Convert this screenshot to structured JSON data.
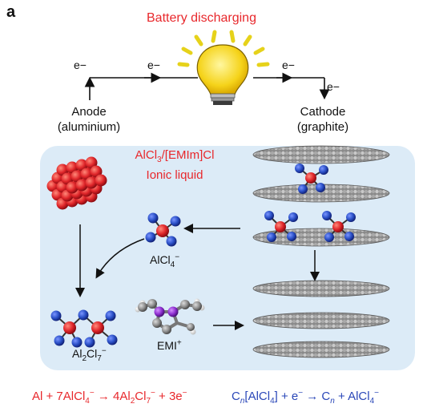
{
  "panel_label": "a",
  "title": "Battery discharging",
  "electron": "e−",
  "anode": {
    "line1": "Anode",
    "line2": "(aluminium)"
  },
  "cathode": {
    "line1": "Cathode",
    "line2": "(graphite)"
  },
  "ionic_liquid": {
    "line1": "AlCl3/[EMIm]Cl",
    "line2": "Ionic liquid"
  },
  "species": {
    "alcl4": "AlCl4−",
    "al2cl7": "Al2Cl7−",
    "emi": "EMI+"
  },
  "equations": {
    "anode_reaction": "Al + 7AlCl4− → 4Al2Cl7− + 3e−",
    "cathode_reaction": "Cn[AlCl4] + e− → Cn + AlCl4−"
  },
  "colors": {
    "red_text": "#e8282c",
    "blue_text": "#2a47b8",
    "panel_bg": "#dcebf7",
    "chlorine": "#2b4fb8",
    "aluminium": "#e23b2e",
    "carbon": "#8e8e8e"
  }
}
